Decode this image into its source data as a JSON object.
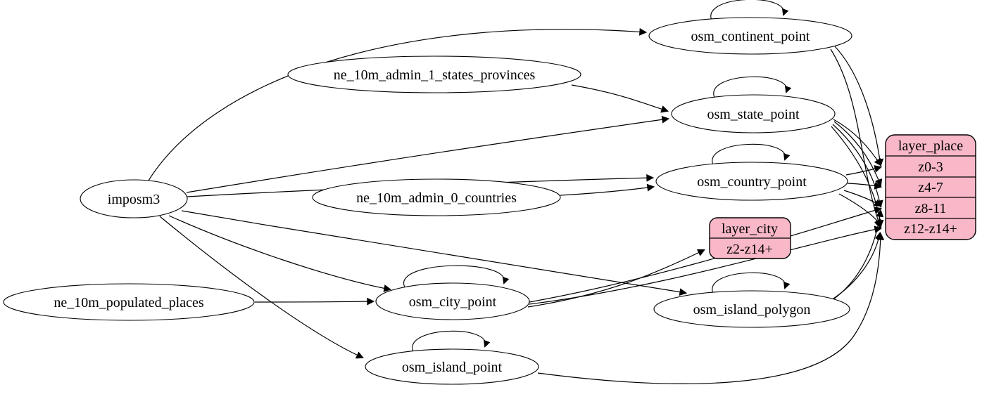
{
  "diagram": {
    "type": "graphviz-etl-flow",
    "colors": {
      "background": "#ffffff",
      "node_fill": "#ffffff",
      "record_fill": "#f8b8c8",
      "stroke": "#000000",
      "text": "#000000"
    },
    "nodes": {
      "imposm3": {
        "label": "imposm3",
        "shape": "ellipse"
      },
      "ne_10m_admin_1_states_provinces": {
        "label": "ne_10m_admin_1_states_provinces",
        "shape": "ellipse"
      },
      "ne_10m_admin_0_countries": {
        "label": "ne_10m_admin_0_countries",
        "shape": "ellipse"
      },
      "ne_10m_populated_places": {
        "label": "ne_10m_populated_places",
        "shape": "ellipse"
      },
      "osm_continent_point": {
        "label": "osm_continent_point",
        "shape": "ellipse",
        "self_loop": true
      },
      "osm_state_point": {
        "label": "osm_state_point",
        "shape": "ellipse",
        "self_loop": true
      },
      "osm_country_point": {
        "label": "osm_country_point",
        "shape": "ellipse",
        "self_loop": true
      },
      "osm_city_point": {
        "label": "osm_city_point",
        "shape": "ellipse",
        "self_loop": true
      },
      "osm_island_polygon": {
        "label": "osm_island_polygon",
        "shape": "ellipse",
        "self_loop": true
      },
      "osm_island_point": {
        "label": "osm_island_point",
        "shape": "ellipse",
        "self_loop": true
      },
      "layer_city": {
        "title": "layer_city",
        "rows": [
          "z2-z14+"
        ],
        "shape": "record"
      },
      "layer_place": {
        "title": "layer_place",
        "rows": [
          "z0-3",
          "z4-7",
          "z8-11",
          "z12-z14+"
        ],
        "shape": "record"
      }
    },
    "edges": [
      {
        "from": "imposm3",
        "to": "osm_continent_point"
      },
      {
        "from": "imposm3",
        "to": "osm_state_point"
      },
      {
        "from": "imposm3",
        "to": "osm_country_point"
      },
      {
        "from": "imposm3",
        "to": "osm_city_point"
      },
      {
        "from": "imposm3",
        "to": "osm_island_polygon"
      },
      {
        "from": "imposm3",
        "to": "osm_island_point"
      },
      {
        "from": "ne_10m_admin_1_states_provinces",
        "to": "osm_state_point"
      },
      {
        "from": "ne_10m_admin_0_countries",
        "to": "osm_country_point"
      },
      {
        "from": "ne_10m_populated_places",
        "to": "osm_city_point"
      },
      {
        "from": "osm_continent_point",
        "to": "osm_continent_point"
      },
      {
        "from": "osm_state_point",
        "to": "osm_state_point"
      },
      {
        "from": "osm_country_point",
        "to": "osm_country_point"
      },
      {
        "from": "osm_city_point",
        "to": "osm_city_point"
      },
      {
        "from": "osm_island_polygon",
        "to": "osm_island_polygon"
      },
      {
        "from": "osm_island_point",
        "to": "osm_island_point"
      },
      {
        "from": "osm_continent_point",
        "to": "layer_place:z0-3"
      },
      {
        "from": "osm_continent_point",
        "to": "layer_place:z12-z14+"
      },
      {
        "from": "osm_state_point",
        "to": "layer_place:z0-3"
      },
      {
        "from": "osm_state_point",
        "to": "layer_place:z4-7"
      },
      {
        "from": "osm_state_point",
        "to": "layer_place:z8-11"
      },
      {
        "from": "osm_state_point",
        "to": "layer_place:z12-z14+"
      },
      {
        "from": "osm_country_point",
        "to": "layer_place:z0-3"
      },
      {
        "from": "osm_country_point",
        "to": "layer_place:z4-7"
      },
      {
        "from": "osm_country_point",
        "to": "layer_place:z8-11"
      },
      {
        "from": "osm_country_point",
        "to": "layer_place:z12-z14+"
      },
      {
        "from": "osm_city_point",
        "to": "layer_city:z2-z14+"
      },
      {
        "from": "osm_city_point",
        "to": "layer_place:z8-11"
      },
      {
        "from": "osm_city_point",
        "to": "layer_place:z12-z14+"
      },
      {
        "from": "osm_island_polygon",
        "to": "layer_place:z8-11"
      },
      {
        "from": "osm_island_polygon",
        "to": "layer_place:z12-z14+"
      },
      {
        "from": "osm_island_point",
        "to": "layer_place:z12-z14+"
      }
    ]
  }
}
